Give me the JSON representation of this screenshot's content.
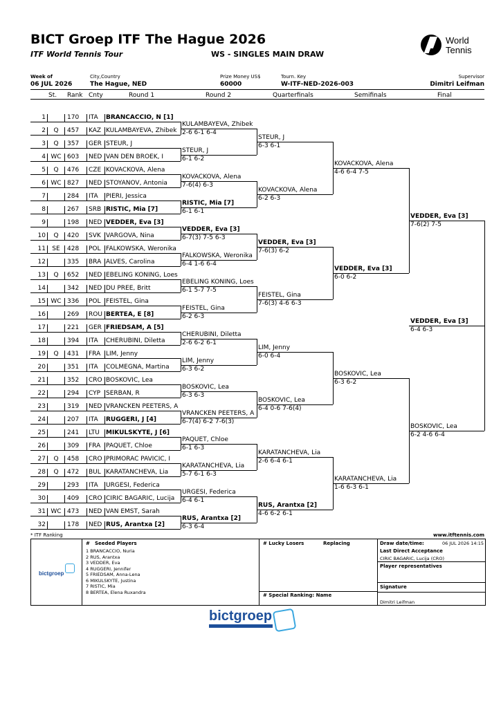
{
  "header": {
    "title": "BICT Groep ITF The Hague 2026",
    "tour": "ITF World Tennis Tour",
    "event": "WS - SINGLES MAIN DRAW",
    "logo_line1": "World",
    "logo_line2": "Tennis"
  },
  "info": {
    "week_label": "Week of",
    "week_value": "06 JUL 2026",
    "city_label": "City,Country",
    "city_value": "The Hague, NED",
    "prize_label": "Prize Money US$",
    "prize_value": "60000",
    "tkey_label": "Tourn. Key",
    "tkey_value": "W-ITF-NED-2026-003",
    "supervisor_label": "Supervisor",
    "supervisor_value": "Dimitri Leifman"
  },
  "columns": {
    "st": "St.",
    "rank": "Rank",
    "cnty": "Cnty",
    "r1": "Round 1",
    "r2": "Round 2",
    "qf": "Quarterfinals",
    "sf": "Semifinals",
    "final": "Final"
  },
  "players": [
    {
      "n": "1",
      "st": "",
      "rank": "170",
      "cnty": "ITA",
      "name": "BRANCACCIO, N [1]",
      "seed": true
    },
    {
      "n": "2",
      "st": "Q",
      "rank": "457",
      "cnty": "KAZ",
      "name": "KULAMBAYEVA, Zhibek",
      "seed": false
    },
    {
      "n": "3",
      "st": "Q",
      "rank": "357",
      "cnty": "GER",
      "name": "STEUR, J",
      "seed": false
    },
    {
      "n": "4",
      "st": "WC",
      "rank": "603",
      "cnty": "NED",
      "name": "VAN DEN BROEK, I",
      "seed": false
    },
    {
      "n": "5",
      "st": "Q",
      "rank": "476",
      "cnty": "CZE",
      "name": "KOVACKOVA, Alena",
      "seed": false
    },
    {
      "n": "6",
      "st": "WC",
      "rank": "827",
      "cnty": "NED",
      "name": "STOYANOV, Antonia",
      "seed": false
    },
    {
      "n": "7",
      "st": "",
      "rank": "284",
      "cnty": "ITA",
      "name": "PIERI, Jessica",
      "seed": false
    },
    {
      "n": "8",
      "st": "",
      "rank": "267",
      "cnty": "SRB",
      "name": "RISTIC, Mia [7]",
      "seed": true
    },
    {
      "n": "9",
      "st": "",
      "rank": "198",
      "cnty": "NED",
      "name": "VEDDER, Eva [3]",
      "seed": true
    },
    {
      "n": "10",
      "st": "Q",
      "rank": "420",
      "cnty": "SVK",
      "name": "VARGOVA, Nina",
      "seed": false
    },
    {
      "n": "11",
      "st": "SE",
      "rank": "428",
      "cnty": "POL",
      "name": "FALKOWSKA, Weronika",
      "seed": false
    },
    {
      "n": "12",
      "st": "",
      "rank": "335",
      "cnty": "BRA",
      "name": "ALVES, Carolina",
      "seed": false
    },
    {
      "n": "13",
      "st": "Q",
      "rank": "652",
      "cnty": "NED",
      "name": "EBELING KONING, Loes",
      "seed": false
    },
    {
      "n": "14",
      "st": "",
      "rank": "342",
      "cnty": "NED",
      "name": "DU PREE, Britt",
      "seed": false
    },
    {
      "n": "15",
      "st": "WC",
      "rank": "336",
      "cnty": "POL",
      "name": "FEISTEL, Gina",
      "seed": false
    },
    {
      "n": "16",
      "st": "",
      "rank": "269",
      "cnty": "ROU",
      "name": "BERTEA, E [8]",
      "seed": true
    },
    {
      "n": "17",
      "st": "",
      "rank": "221",
      "cnty": "GER",
      "name": "FRIEDSAM, A [5]",
      "seed": true
    },
    {
      "n": "18",
      "st": "",
      "rank": "394",
      "cnty": "ITA",
      "name": "CHERUBINI, Diletta",
      "seed": false
    },
    {
      "n": "19",
      "st": "Q",
      "rank": "431",
      "cnty": "FRA",
      "name": "LIM, Jenny",
      "seed": false
    },
    {
      "n": "20",
      "st": "",
      "rank": "351",
      "cnty": "ITA",
      "name": "COLMEGNA, Martina",
      "seed": false
    },
    {
      "n": "21",
      "st": "",
      "rank": "352",
      "cnty": "CRO",
      "name": "BOSKOVIC, Lea",
      "seed": false
    },
    {
      "n": "22",
      "st": "",
      "rank": "294",
      "cnty": "CYP",
      "name": "SERBAN, R",
      "seed": false
    },
    {
      "n": "23",
      "st": "",
      "rank": "319",
      "cnty": "NED",
      "name": "VRANCKEN PEETERS, A",
      "seed": false
    },
    {
      "n": "24",
      "st": "",
      "rank": "207",
      "cnty": "ITA",
      "name": "RUGGERI, J [4]",
      "seed": true
    },
    {
      "n": "25",
      "st": "",
      "rank": "241",
      "cnty": "LTU",
      "name": "MIKULSKYTE, J [6]",
      "seed": true
    },
    {
      "n": "26",
      "st": "",
      "rank": "309",
      "cnty": "FRA",
      "name": "PAQUET, Chloe",
      "seed": false
    },
    {
      "n": "27",
      "st": "Q",
      "rank": "458",
      "cnty": "CRO",
      "name": "PRIMORAC PAVICIC, I",
      "seed": false
    },
    {
      "n": "28",
      "st": "Q",
      "rank": "472",
      "cnty": "BUL",
      "name": "KARATANCHEVA, Lia",
      "seed": false
    },
    {
      "n": "29",
      "st": "",
      "rank": "293",
      "cnty": "ITA",
      "name": "URGESI, Federica",
      "seed": false
    },
    {
      "n": "30",
      "st": "",
      "rank": "409",
      "cnty": "CRO",
      "name": "CIRIC BAGARIC, Lucija",
      "seed": false
    },
    {
      "n": "31",
      "st": "WC",
      "rank": "473",
      "cnty": "NED",
      "name": "VAN EMST, Sarah",
      "seed": false
    },
    {
      "n": "32",
      "st": "",
      "rank": "178",
      "cnty": "NED",
      "name": "RUS, Arantxa [2]",
      "seed": true
    }
  ],
  "round2": [
    {
      "name": "KULAMBAYEVA, Zhibek",
      "score": "2-6 6-1 6-4",
      "seed": false
    },
    {
      "name": "STEUR, J",
      "score": "6-1 6-2",
      "seed": false
    },
    {
      "name": "KOVACKOVA, Alena",
      "score": "7-6(4) 6-3",
      "seed": false
    },
    {
      "name": "RISTIC, Mia [7]",
      "score": "6-1 6-1",
      "seed": true
    },
    {
      "name": "VEDDER, Eva [3]",
      "score": "6-7(3) 7-5 6-3",
      "seed": true
    },
    {
      "name": "FALKOWSKA, Weronika",
      "score": "6-4 1-6 6-4",
      "seed": false
    },
    {
      "name": "EBELING KONING, Loes",
      "score": "6-1 5-7 7-5",
      "seed": false
    },
    {
      "name": "FEISTEL, Gina",
      "score": "6-2 6-3",
      "seed": false
    },
    {
      "name": "CHERUBINI, Diletta",
      "score": "2-6 6-2 6-1",
      "seed": false
    },
    {
      "name": "LIM, Jenny",
      "score": "6-3 6-2",
      "seed": false
    },
    {
      "name": "BOSKOVIC, Lea",
      "score": "6-3 6-3",
      "seed": false
    },
    {
      "name": "VRANCKEN PEETERS, A",
      "score": "6-7(4) 6-2 7-6(3)",
      "seed": false
    },
    {
      "name": "PAQUET, Chloe",
      "score": "6-1 6-3",
      "seed": false
    },
    {
      "name": "KARATANCHEVA, Lia",
      "score": "5-7 6-1 6-3",
      "seed": false
    },
    {
      "name": "URGESI, Federica",
      "score": "6-4 6-1",
      "seed": false
    },
    {
      "name": "RUS, Arantxa [2]",
      "score": "6-3 6-4",
      "seed": true
    }
  ],
  "qf": [
    {
      "name": "STEUR, J",
      "score": "6-3 6-1",
      "seed": false
    },
    {
      "name": "KOVACKOVA, Alena",
      "score": "6-2 6-3",
      "seed": false
    },
    {
      "name": "VEDDER, Eva [3]",
      "score": "7-6(3) 6-2",
      "seed": true
    },
    {
      "name": "FEISTEL, Gina",
      "score": "7-6(3) 4-6 6-3",
      "seed": false
    },
    {
      "name": "LIM, Jenny",
      "score": "6-0 6-4",
      "seed": false
    },
    {
      "name": "BOSKOVIC, Lea",
      "score": "6-4 0-6 7-6(4)",
      "seed": false
    },
    {
      "name": "KARATANCHEVA, Lia",
      "score": "2-6 6-4 6-1",
      "seed": false
    },
    {
      "name": "RUS, Arantxa [2]",
      "score": "4-6 6-2 6-1",
      "seed": true
    }
  ],
  "sf": [
    {
      "name": "KOVACKOVA, Alena",
      "score": "4-6 6-4 7-5",
      "seed": false
    },
    {
      "name": "VEDDER, Eva [3]",
      "score": "6-0 6-2",
      "seed": true
    },
    {
      "name": "BOSKOVIC, Lea",
      "score": "6-3 6-2",
      "seed": false
    },
    {
      "name": "KARATANCHEVA, Lia",
      "score": "1-6 6-3 6-1",
      "seed": false
    }
  ],
  "final": [
    {
      "name": "VEDDER, Eva [3]",
      "score": "7-6(2) 7-5",
      "seed": true
    },
    {
      "name": "BOSKOVIC, Lea",
      "score": "6-2 4-6 6-4",
      "seed": false
    }
  ],
  "champion": {
    "name": "VEDDER, Eva [3]",
    "score": "6-4 6-3"
  },
  "footer": {
    "itf_ranking": "* ITF Ranking",
    "website": "www.itftennis.com",
    "seeded_hash": "#",
    "seeded_title": "Seeded Players",
    "seeds": [
      "1  BRANCACCIO, Nuria",
      "2  RUS, Arantxa",
      "3  VEDDER, Eva",
      "4  RUGGERI, Jennifer",
      "5  FRIEDSAM, Anna-Lena",
      "6  MIKULSKYTE, Justina",
      "7  RISTIC, Mia",
      "8  BERTEA, Elena Ruxandra"
    ],
    "lucky_losers": "# Lucky Losers",
    "replacing": "Replacing",
    "special_ranking": "# Special Ranking: Name",
    "draw_date_label": "Draw date/time:",
    "draw_date_value": "06 JUL 2026 14:15",
    "lda_label": "Last Direct Acceptance",
    "lda_value": "CIRIC BAGARIC, Lucija (CRO)",
    "player_reps": "Player representatives",
    "signature": "Signature",
    "signature_name": "Dimitri Leifman",
    "sponsor_logo_small": "bictgroep",
    "sponsor_logo_big": "bictgroep"
  }
}
